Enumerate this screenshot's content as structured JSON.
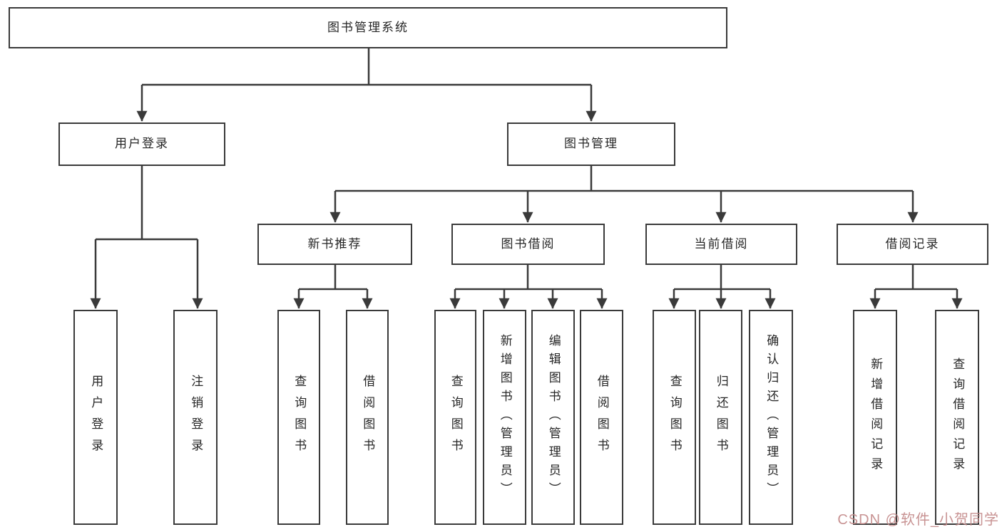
{
  "diagram_type": "tree",
  "tree": {
    "label": "图书管理系统",
    "children": [
      {
        "label": "用户登录",
        "children": [
          {
            "label": "用户登录"
          },
          {
            "label": "注销登录"
          }
        ]
      },
      {
        "label": "图书管理",
        "children": [
          {
            "label": "新书推荐",
            "children": [
              {
                "label": "查询图书"
              },
              {
                "label": "借阅图书"
              }
            ]
          },
          {
            "label": "图书借阅",
            "children": [
              {
                "label": "查询图书"
              },
              {
                "label": "新增图书（管理员）"
              },
              {
                "label": "编辑图书（管理员）"
              },
              {
                "label": "借阅图书"
              }
            ]
          },
          {
            "label": "当前借阅",
            "children": [
              {
                "label": "查询图书"
              },
              {
                "label": "归还图书"
              },
              {
                "label": "确认归还（管理员）"
              }
            ]
          },
          {
            "label": "借阅记录",
            "children": [
              {
                "label": "新增借阅记录"
              },
              {
                "label": "查询借阅记录"
              }
            ]
          }
        ]
      }
    ]
  },
  "watermark": {
    "text": "CSDN @软件_小贺同学",
    "color": "#c38a8a"
  },
  "colors": {
    "line": "#3a3a3a",
    "box_border": "#3a3a3a",
    "text": "#262626",
    "background": "#ffffff"
  }
}
